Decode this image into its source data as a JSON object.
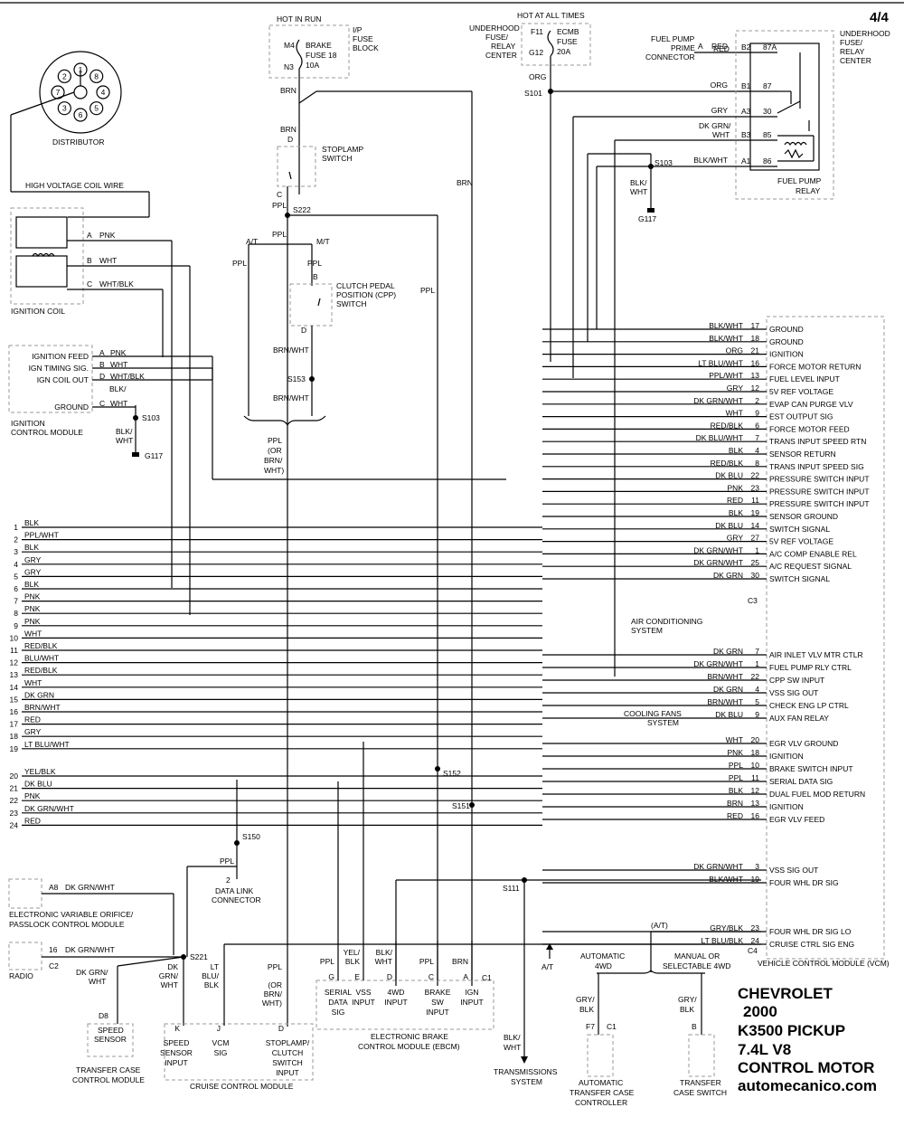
{
  "page": "4/4",
  "top_labels": {
    "hot_in_run": "HOT IN RUN",
    "hot_at_all_times": "HOT AT ALL TIMES",
    "ip_fuse_block": [
      "I/P",
      "FUSE",
      "BLOCK"
    ],
    "uh_fuse_relay_center_left": [
      "UNDERHOOD",
      "FUSE/",
      "RELAY",
      "CENTER"
    ],
    "uh_fuse_relay_center_right": [
      "UNDERHOOD",
      "FUSE/",
      "RELAY",
      "CENTER"
    ]
  },
  "brake_fuse": {
    "m4": "M4",
    "n3": "N3",
    "label": [
      "BRAKE",
      "FUSE 18",
      "10A"
    ]
  },
  "ecmb_fuse": {
    "f11": "F11",
    "g12": "G12",
    "label": [
      "ECMB",
      "FUSE",
      "20A"
    ]
  },
  "distributor": {
    "label": "DISTRIBUTOR",
    "pins": [
      "1",
      "8",
      "4",
      "5",
      "6",
      "3",
      "7",
      "2"
    ]
  },
  "hv_coil_wire": "HIGH VOLTAGE COIL WIRE",
  "ignition_coil": {
    "label": "IGNITION COIL",
    "pins": [
      {
        "pin": "A",
        "color": "PNK"
      },
      {
        "pin": "B",
        "color": "WHT"
      },
      {
        "pin": "C",
        "color": "WHT/BLK"
      }
    ]
  },
  "icm": {
    "label": [
      "IGNITION",
      "CONTROL MODULE"
    ],
    "pins": [
      {
        "name": "IGNITION FEED",
        "pin": "A",
        "color": "PNK"
      },
      {
        "name": "IGN TIMING SIG.",
        "pin": "B",
        "color": "WHT"
      },
      {
        "name": "IGN COIL OUT",
        "pin": "D",
        "color": "WHT/BLK"
      },
      {
        "name": "GROUND",
        "pin": "C",
        "color": "WHT"
      }
    ],
    "ground_wire_top": "BLK/",
    "ground_splice": "S103",
    "ground_wire": [
      "BLK/",
      "WHT"
    ],
    "ground": "G117"
  },
  "stoplamp": {
    "wire_in": "BRN",
    "pin_d": "D",
    "label": [
      "STOPLAMP",
      "SWITCH"
    ],
    "pin_c": "C",
    "wire_out": "PPL",
    "splice": "S222"
  },
  "at_mt": {
    "at": "A/T",
    "mt": "M/T",
    "ppl_a": "PPL",
    "ppl_b": "PPL",
    "ppl_c": "PPL"
  },
  "cpp": {
    "pin_b": "B",
    "label": [
      "CLUTCH PEDAL",
      "POSITION (CPP)",
      "SWITCH"
    ],
    "pin_d": "D",
    "wire": "BRN/WHT",
    "splice": "S153",
    "wire2": "BRN/WHT"
  },
  "ppl_or_brnwht": [
    "PPL",
    "(OR",
    "BRN/",
    "WHT)"
  ],
  "long_wires": {
    "brn": "BRN",
    "ppl": "PPL"
  },
  "splices": {
    "s101": "S101",
    "org": "ORG",
    "s103": "S103",
    "s150": "S150",
    "s152": "S152",
    "s151": "S151",
    "s111": "S111",
    "s221": "S221"
  },
  "fuel_pump_prime": {
    "label": [
      "FUEL PUMP",
      "PRIME",
      "CONNECTOR"
    ],
    "pin": "A",
    "color": "RED"
  },
  "fuel_pump_relay": {
    "label": [
      "FUEL PUMP",
      "RELAY"
    ],
    "pins": [
      {
        "cav": "B2",
        "term": "87A",
        "color": "RED"
      },
      {
        "cav": "B1",
        "term": "87",
        "color": "ORG"
      },
      {
        "cav": "A3",
        "term": "30",
        "color": "GRY"
      },
      {
        "cav": "B3",
        "term": "85",
        "color": "DK GRN/ WHT"
      },
      {
        "cav": "A1",
        "term": "86",
        "color": "BLK/WHT"
      }
    ],
    "dkgrn": [
      "DK GRN/",
      "WHT"
    ],
    "gnd_wire": [
      "BLK/",
      "WHT"
    ],
    "ground": "G117"
  },
  "vcm": {
    "label": "VEHICLE CONTROL MODULE (VCM)",
    "c3": "C3",
    "c4": "C4",
    "pins": [
      {
        "color": "BLK/WHT",
        "pin": "17",
        "name": "GROUND"
      },
      {
        "color": "BLK/WHT",
        "pin": "18",
        "name": "GROUND"
      },
      {
        "color": "ORG",
        "pin": "21",
        "name": "IGNITION"
      },
      {
        "color": "LT BLU/WHT",
        "pin": "16",
        "name": "FORCE MOTOR RETURN"
      },
      {
        "color": "PPL/WHT",
        "pin": "13",
        "name": "FUEL LEVEL INPUT"
      },
      {
        "color": "GRY",
        "pin": "12",
        "name": "5V REF VOLTAGE"
      },
      {
        "color": "DK GRN/WHT",
        "pin": "2",
        "name": "EVAP CAN PURGE VLV"
      },
      {
        "color": "WHT",
        "pin": "9",
        "name": "EST OUTPUT SIG"
      },
      {
        "color": "RED/BLK",
        "pin": "6",
        "name": "FORCE MOTOR FEED"
      },
      {
        "color": "DK BLU/WHT",
        "pin": "7",
        "name": "TRANS INPUT SPEED RTN"
      },
      {
        "color": "BLK",
        "pin": "4",
        "name": "SENSOR RETURN"
      },
      {
        "color": "RED/BLK",
        "pin": "8",
        "name": "TRANS INPUT SPEED SIG"
      },
      {
        "color": "DK BLU",
        "pin": "22",
        "name": "PRESSURE SWITCH INPUT"
      },
      {
        "color": "PNK",
        "pin": "23",
        "name": "PRESSURE SWITCH INPUT"
      },
      {
        "color": "RED",
        "pin": "11",
        "name": "PRESSURE SWITCH INPUT"
      },
      {
        "color": "BLK",
        "pin": "19",
        "name": "SENSOR GROUND"
      },
      {
        "color": "DK BLU",
        "pin": "14",
        "name": "SWITCH SIGNAL"
      },
      {
        "color": "GRY",
        "pin": "27",
        "name": "5V REF VOLTAGE"
      },
      {
        "color": "DK GRN/WHT",
        "pin": "1",
        "name": "A/C COMP ENABLE REL"
      },
      {
        "color": "DK GRN/WHT",
        "pin": "25",
        "name": "A/C REQUEST SIGNAL"
      },
      {
        "color": "DK GRN",
        "pin": "30",
        "name": "SWITCH SIGNAL"
      },
      {
        "color": "DK GRN",
        "pin": "7",
        "name": "AIR INLET VLV MTR CTLR"
      },
      {
        "color": "DK GRN/WHT",
        "pin": "1",
        "name": "FUEL PUMP RLY CTRL"
      },
      {
        "color": "BRN/WHT",
        "pin": "22",
        "name": "CPP SW INPUT"
      },
      {
        "color": "DK GRN",
        "pin": "4",
        "name": "VSS SIG OUT"
      },
      {
        "color": "BRN/WHT",
        "pin": "5",
        "name": "CHECK ENG LP CTRL"
      },
      {
        "color": "DK BLU",
        "pin": "9",
        "name": "AUX FAN RELAY"
      },
      {
        "color": "WHT",
        "pin": "20",
        "name": "EGR VLV GROUND"
      },
      {
        "color": "PNK",
        "pin": "18",
        "name": "IGNITION"
      },
      {
        "color": "PPL",
        "pin": "10",
        "name": "BRAKE SWITCH INPUT"
      },
      {
        "color": "PPL",
        "pin": "11",
        "name": "SERIAL DATA SIG"
      },
      {
        "color": "BLK",
        "pin": "12",
        "name": "DUAL FUEL MOD RETURN"
      },
      {
        "color": "BRN",
        "pin": "13",
        "name": "IGNITION"
      },
      {
        "color": "RED",
        "pin": "16",
        "name": "EGR VLV FEED"
      },
      {
        "color": "DK GRN/WHT",
        "pin": "3",
        "name": "VSS SIG OUT"
      },
      {
        "color": "BLK/WHT",
        "pin": "19",
        "name": "FOUR WHL DR SIG"
      },
      {
        "color": "GRY/BLK",
        "pin": "23",
        "name": "FOUR WHL DR SIG LO"
      },
      {
        "color": "LT BLU/BLK",
        "pin": "24",
        "name": "CRUISE CTRL SIG ENG"
      }
    ]
  },
  "left_numbered": [
    {
      "n": "1",
      "color": "BLK"
    },
    {
      "n": "2",
      "color": "PPL/WHT"
    },
    {
      "n": "3",
      "color": "BLK"
    },
    {
      "n": "4",
      "color": "GRY"
    },
    {
      "n": "5",
      "color": "GRY"
    },
    {
      "n": "6",
      "color": "BLK"
    },
    {
      "n": "7",
      "color": "PNK"
    },
    {
      "n": "8",
      "color": "PNK"
    },
    {
      "n": "9",
      "color": "PNK"
    },
    {
      "n": "10",
      "color": "WHT"
    },
    {
      "n": "11",
      "color": "RED/BLK"
    },
    {
      "n": "12",
      "color": "BLU/WHT"
    },
    {
      "n": "13",
      "color": "RED/BLK"
    },
    {
      "n": "14",
      "color": "WHT"
    },
    {
      "n": "15",
      "color": "DK GRN"
    },
    {
      "n": "16",
      "color": "BRN/WHT"
    },
    {
      "n": "17",
      "color": "RED"
    },
    {
      "n": "18",
      "color": "GRY"
    },
    {
      "n": "19",
      "color": "LT BLU/WHT"
    },
    {
      "n": "20",
      "color": "YEL/BLK"
    },
    {
      "n": "21",
      "color": "DK BLU"
    },
    {
      "n": "22",
      "color": "PNK"
    },
    {
      "n": "23",
      "color": "DK GRN/WHT"
    },
    {
      "n": "24",
      "color": "RED"
    }
  ],
  "ac_system": [
    "AIR CONDITIONING",
    "SYSTEM"
  ],
  "cooling_fans": [
    "COOLING FANS",
    "SYSTEM"
  ],
  "dlc": {
    "pin": "2",
    "label": [
      "DATA LINK",
      "CONNECTOR"
    ],
    "wire": "PPL"
  },
  "evo": {
    "pin": "A8",
    "color": "DK GRN/WHT",
    "label": [
      "ELECTRONIC VARIABLE ORIFICE/",
      "PASSLOCK CONTROL MODULE"
    ]
  },
  "radio": {
    "label": "RADIO",
    "pin": "16",
    "conn": "C2",
    "color": "DK GRN/WHT"
  },
  "speed_sensor": {
    "wire": [
      "DK GRN/",
      "WHT"
    ],
    "pin": "D8",
    "label": [
      "SPEED",
      "SENSOR"
    ],
    "module": [
      "TRANSFER CASE",
      "CONTROL MODULE"
    ]
  },
  "cruise": {
    "label": "CRUISE CONTROL MODULE",
    "inputs": [
      {
        "wire": [
          "DK",
          "GRN/",
          "WHT"
        ],
        "pin": "K",
        "name": [
          "SPEED",
          "SENSOR",
          "INPUT"
        ]
      },
      {
        "wire": [
          "LT",
          "BLU/",
          "BLK"
        ],
        "pin": "J",
        "name": [
          "VCM",
          "SIG"
        ]
      },
      {
        "wire": [
          "PPL",
          "",
          "(OR",
          "BRN/",
          "WHT)"
        ],
        "pin": "D",
        "name": [
          "STOPLAMP/",
          "CLUTCH",
          "SWITCH",
          "INPUT"
        ]
      }
    ]
  },
  "ebcm": {
    "label": [
      "ELECTRONIC BRAKE",
      "CONTROL MODULE (EBCM)"
    ],
    "conn": "C1",
    "inputs": [
      {
        "wire": [
          "PPL"
        ],
        "pin": "G",
        "name": [
          "SERIAL",
          "DATA",
          "SIG"
        ]
      },
      {
        "wire": [
          "YEL/",
          "BLK"
        ],
        "pin": "E",
        "name": [
          "VSS",
          "INPUT"
        ]
      },
      {
        "wire": [
          "BLK/",
          "WHT"
        ],
        "pin": "D",
        "name": [
          "4WD",
          "INPUT"
        ]
      },
      {
        "wire": [
          "PPL"
        ],
        "pin": "C",
        "name": [
          "BRAKE",
          "SW",
          "INPUT"
        ]
      },
      {
        "wire": [
          "BRN"
        ],
        "pin": "A",
        "name": [
          "IGN",
          "INPUT"
        ]
      }
    ]
  },
  "trans_system": {
    "wire": [
      "BLK/",
      "WHT"
    ],
    "label": [
      "TRANSMISSIONS",
      "SYSTEM"
    ]
  },
  "at_label": "A/T",
  "at_paren": "(A/T)",
  "auto_4wd": {
    "label": [
      "AUTOMATIC",
      "4WD"
    ],
    "wire": [
      "GRY/",
      "BLK"
    ],
    "pin": "F7",
    "conn": "C1",
    "module": [
      "AUTOMATIC",
      "TRANSFER CASE",
      "CONTROLLER"
    ]
  },
  "manual_4wd": {
    "label": [
      "MANUAL OR",
      "SELECTABLE 4WD"
    ],
    "wire": [
      "GRY/",
      "BLK"
    ],
    "pin": "B",
    "module": [
      "TRANSFER",
      "CASE SWITCH"
    ]
  },
  "title_block": [
    "CHEVROLET",
    "2000",
    "K3500 PICKUP",
    "7.4L V8",
    "CONTROL MOTOR",
    "automecanico.com"
  ]
}
